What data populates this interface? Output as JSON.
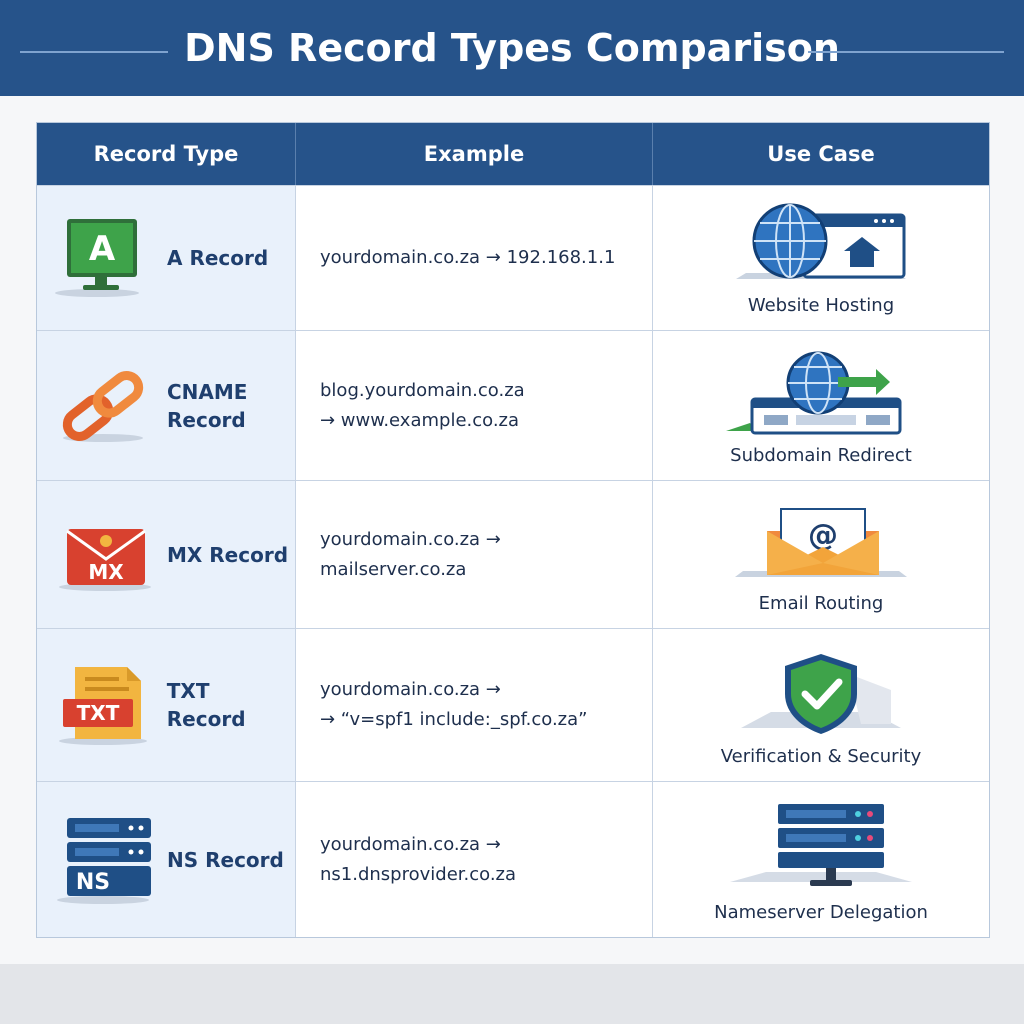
{
  "title": "DNS Record Types Comparison",
  "headers": [
    "Record Type",
    "Example",
    "Use Case"
  ],
  "rows": [
    {
      "icon_name": "monitor-a-icon",
      "icon_text": "A",
      "record": "A Record",
      "example": "yourdomain.co.za → 192.168.1.1",
      "use_case": "Website Hosting",
      "use_icon": "globe-website-icon"
    },
    {
      "icon_name": "chain-link-icon",
      "icon_text": "",
      "record": "CNAME\nRecord",
      "example": "blog.yourdomain.co.za\n→ www.example.co.za",
      "use_case": "Subdomain Redirect",
      "use_icon": "globe-redirect-icon"
    },
    {
      "icon_name": "mail-mx-icon",
      "icon_text": "MX",
      "record": "MX Record",
      "example": "yourdomain.co.za → mailserver.co.za",
      "use_case": "Email Routing",
      "use_icon": "envelope-at-icon"
    },
    {
      "icon_name": "document-txt-icon",
      "icon_text": "TXT",
      "record": "TXT Record",
      "example": "yourdomain.co.za →\n→ “v=spf1 include:_spf.co.za”",
      "use_case": "Verification & Security",
      "use_icon": "shield-check-icon"
    },
    {
      "icon_name": "server-ns-icon",
      "icon_text": "NS",
      "record": "NS Record",
      "example": "yourdomain.co.za → ns1.dnsprovider.co.za",
      "use_case": "Nameserver Delegation",
      "use_icon": "server-stack-icon"
    }
  ],
  "colors": {
    "header_blue": "#26538a",
    "label_blue": "#1f3f6e",
    "a_green": "#2e8b3a",
    "cname_orange": "#e2622b",
    "mx_red": "#d8412f",
    "txt_yellow": "#f2b540",
    "ns_navy": "#1f4f86"
  }
}
